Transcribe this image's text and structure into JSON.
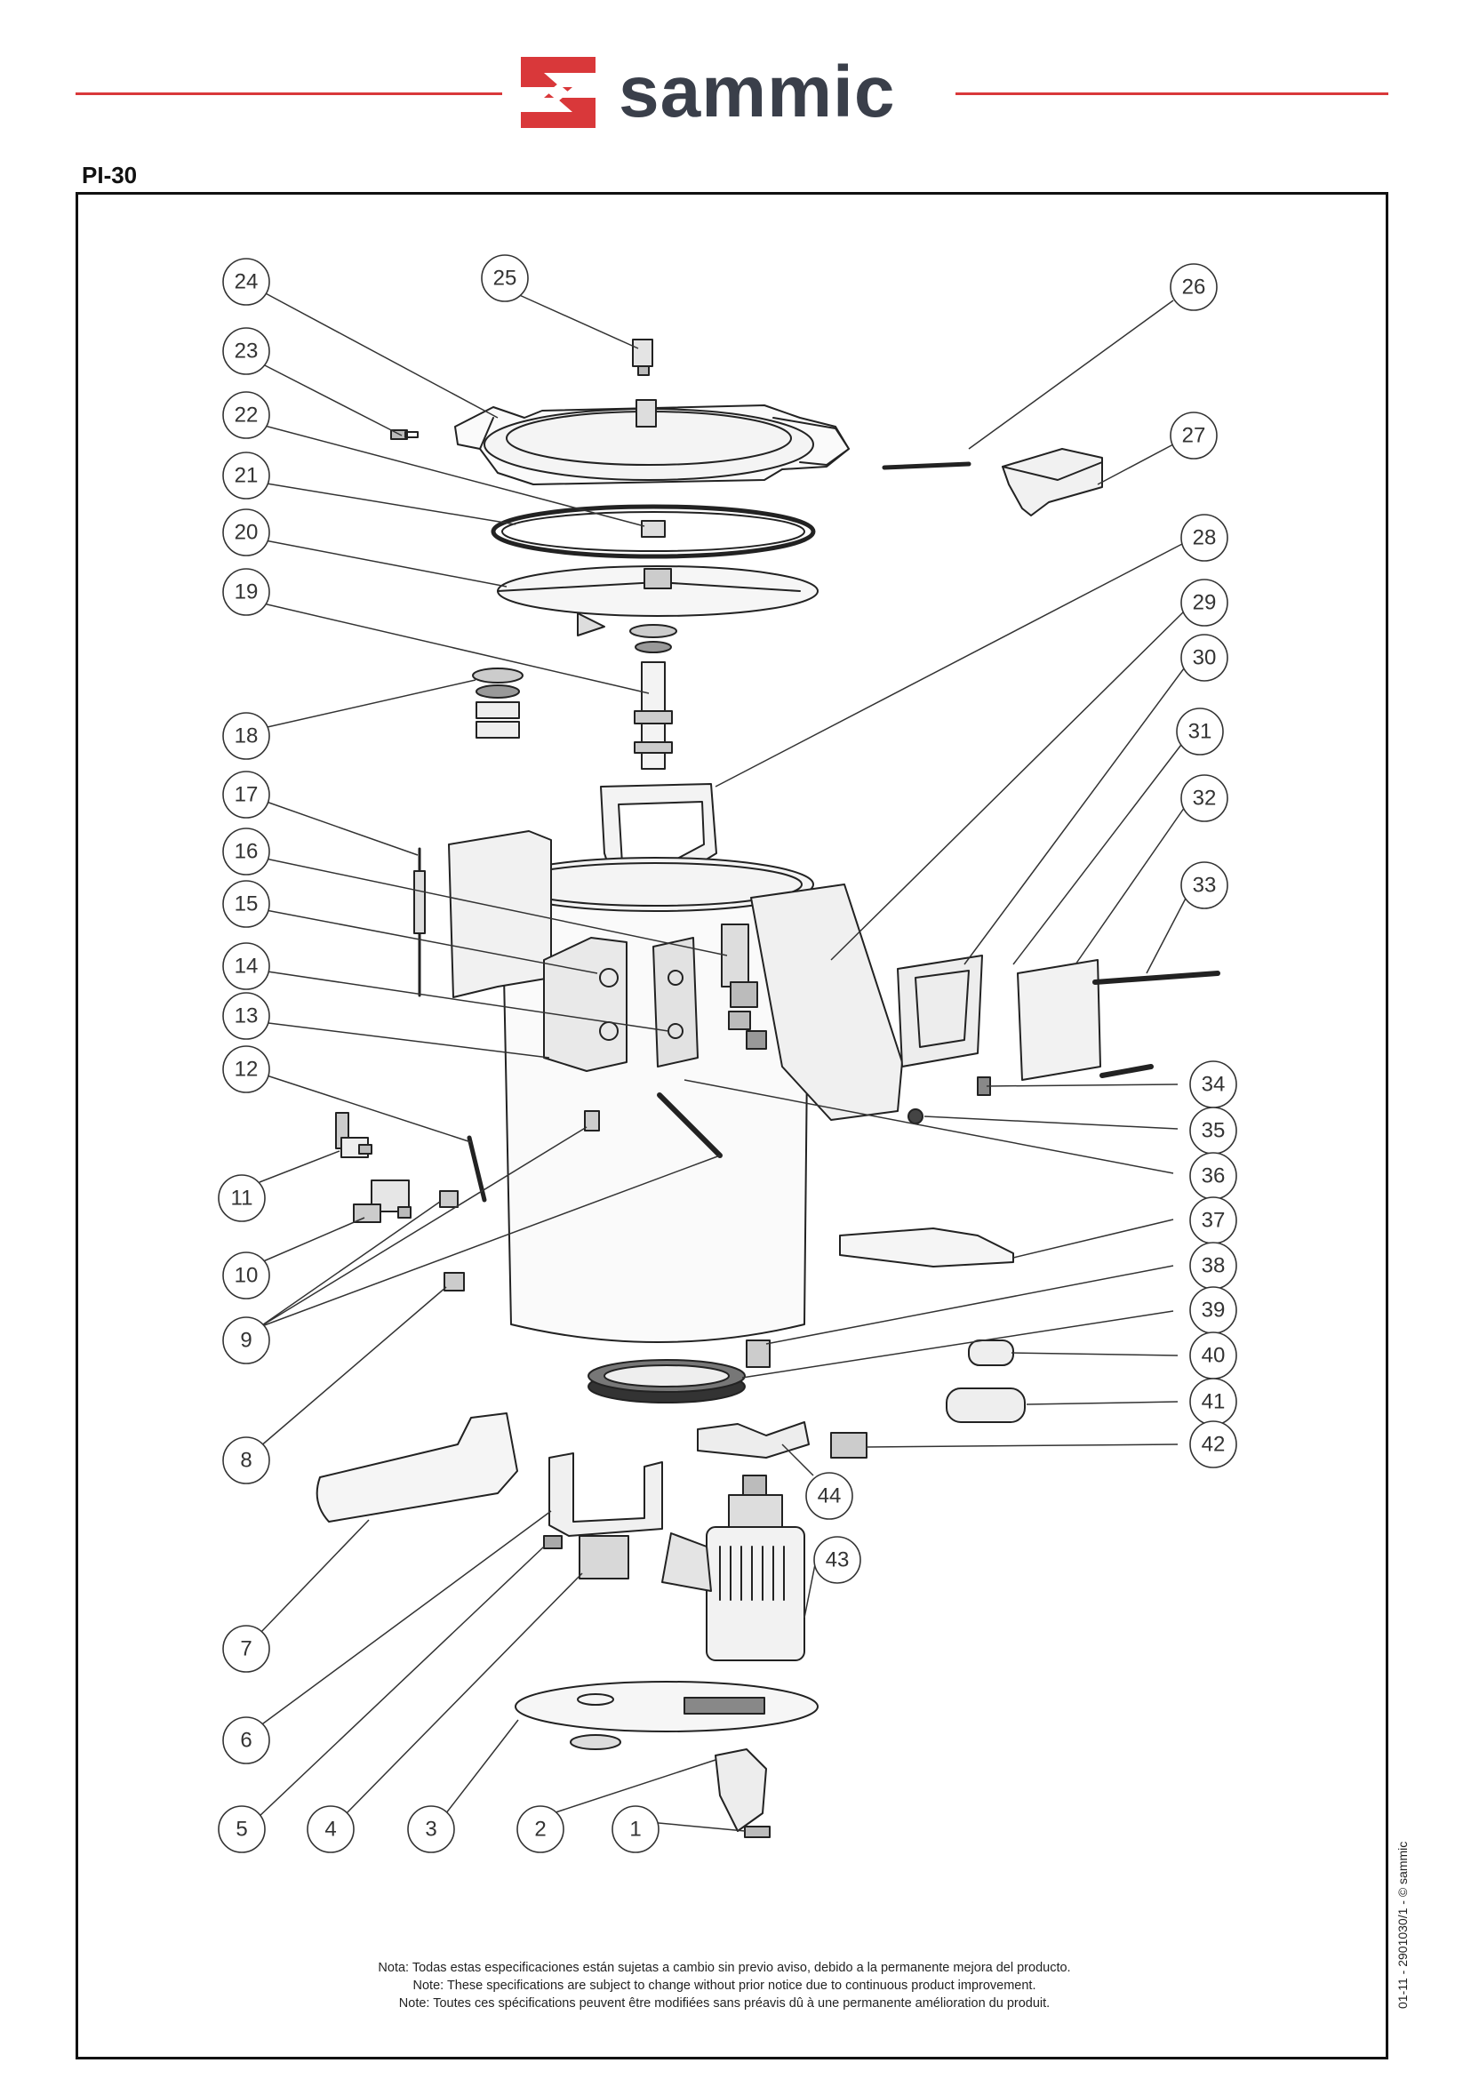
{
  "header": {
    "brand": "sammic",
    "model": "PI-30",
    "accent_color": "#d9383a",
    "logo_icon": "sammic-s-logo-icon"
  },
  "diagram": {
    "callouts": [
      "1",
      "2",
      "3",
      "4",
      "5",
      "6",
      "7",
      "8",
      "9",
      "10",
      "11",
      "12",
      "13",
      "14",
      "15",
      "16",
      "17",
      "18",
      "19",
      "20",
      "21",
      "22",
      "23",
      "24",
      "25",
      "26",
      "27",
      "28",
      "29",
      "30",
      "31",
      "32",
      "33",
      "34",
      "35",
      "36",
      "37",
      "38",
      "39",
      "40",
      "41",
      "42",
      "43",
      "44"
    ]
  },
  "footer": {
    "notes": [
      "Nota: Todas estas especificaciones están sujetas a cambio sin previo aviso, debido a la permanente mejora del producto.",
      "Note: These specifications are subject to change without prior notice due to continuous product improvement.",
      "Note: Toutes ces spécifications peuvent être modifiées sans préavis dû à une permanente amélioration du produit."
    ],
    "reference": "01-11 - 2901030/1 - © sammic"
  }
}
